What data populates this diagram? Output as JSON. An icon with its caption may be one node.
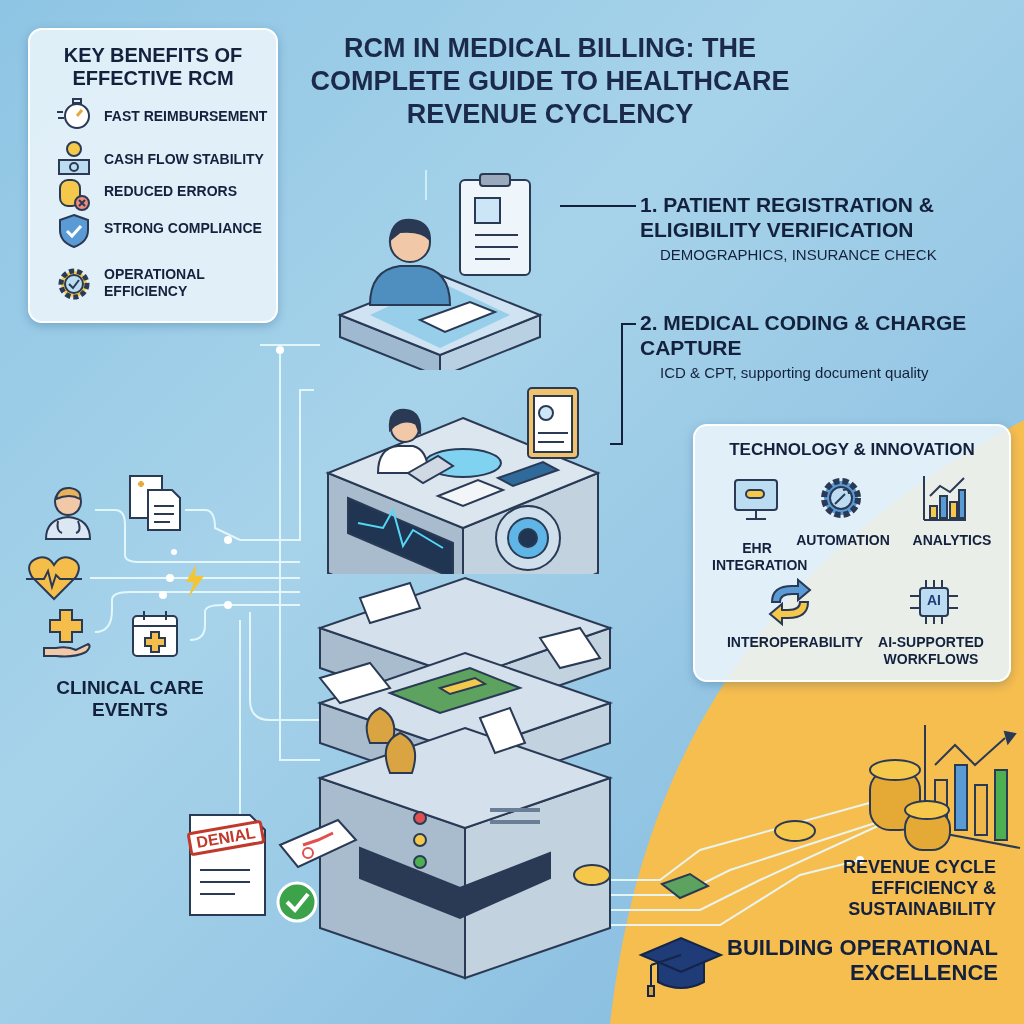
{
  "diagram": {
    "title": "RCM IN MEDICAL BILLING: THE COMPLETE GUIDE TO HEALTHCARE REVENUE CYCLENCY",
    "nodes": [
      {
        "text": [
          "KEY BENEFITS OF EFFECTIVE RCM"
        ]
      },
      {
        "text": [
          "1. PATIENT REGISTRATION & ELIGIBILITY VERIFICATION",
          "DEMOGRAPHICS, INSURANCE CHECK"
        ]
      },
      {
        "text": [],
        "shape": "picture"
      },
      {
        "text": [
          "2. MEDICAL CODING & CHARGE CAPTURE",
          "ICD & CPT, supporting document quality"
        ]
      },
      {
        "text": [],
        "shape": "picture"
      },
      {
        "text": [
          "TECHNOLOGY & INNOVATION"
        ]
      }
    ],
    "edges": [
      {
        "from": 1,
        "to": 2,
        "arrow": "none"
      },
      {
        "from": 3,
        "to": 4,
        "arrow": "none"
      }
    ],
    "labels": [
      "FAST REIMBURSEMENT",
      "CASH FLOW STABILITY",
      "REDUCED ERRORS",
      "STRONG COMPLIANCE",
      "OPERATIONAL EFFICIENCY",
      "CLINICAL CARE EVENTS",
      "DENIAL",
      "EHR INTEGRATION",
      "AUTOMATION",
      "ANALYTICS",
      "INTEROPERABILITY",
      "AI-SUPPORTED WORKFLOWS",
      "AI",
      "REVENUE CYCLE EFFICIENCY & SUSTAINABILITY",
      "BUILDING OPERATIONAL EXCELLENCE"
    ]
  }
}
